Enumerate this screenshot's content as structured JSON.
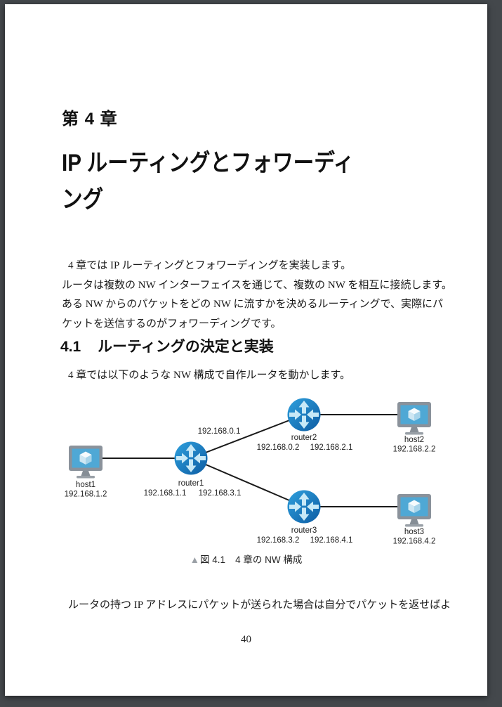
{
  "colors": {
    "viewer_background": "#44484c",
    "page_background": "#ffffff",
    "router_blue_light": "#2fa0dd",
    "router_blue_dark": "#0d5ca3",
    "router_arrow_blue": "#c8e9f7",
    "monitor_frame_gray": "#8a929b",
    "monitor_screen_blue": "#4fa8d5",
    "link_line_black": "#1a1a1a",
    "caption_marker_gray": "#9aa0a6"
  },
  "page": {
    "chapter_label": "第 4 章",
    "title_lines": [
      "IP ルーティングとフォワーディ",
      "ング"
    ],
    "intro_lines": [
      "4 章では IP ルーティングとフォワーディングを実装します。",
      "ルータは複数の NW インターフェイスを通じて、複数の NW を相互に接続します。",
      "ある NW からのパケットをどの NW に流すかを決めるルーティングで、実際にパ",
      "ケットを送信するのがフォワーディングです。"
    ],
    "section_heading": {
      "number": "4.1",
      "title": "ルーティングの決定と実装"
    },
    "section_intro": "4 章では以下のような NW 構成で自作ルータを動かします。",
    "figure_caption": {
      "marker": "▲",
      "figure_label": "図 4.1",
      "text": "4 章の NW 構成"
    },
    "closing_line": "ルータの持つ IP アドレスにパケットが送られた場合は自分でパケットを返せばよ",
    "page_number": "40"
  },
  "diagram": {
    "host1": {
      "label": "host1",
      "ip": "192.168.1.2"
    },
    "router1": {
      "label": "router1",
      "ip_left": "192.168.1.1",
      "ip_right": "192.168.3.1"
    },
    "link_router1_router2_label": "192.168.0.1",
    "router2": {
      "label": "router2",
      "ip_left": "192.168.0.2",
      "ip_right": "192.168.2.1"
    },
    "host2": {
      "label": "host2",
      "ip": "192.168.2.2"
    },
    "router3": {
      "label": "router3",
      "ip_left": "192.168.3.2",
      "ip_right": "192.168.4.1"
    },
    "host3": {
      "label": "host3",
      "ip": "192.168.4.2"
    }
  }
}
